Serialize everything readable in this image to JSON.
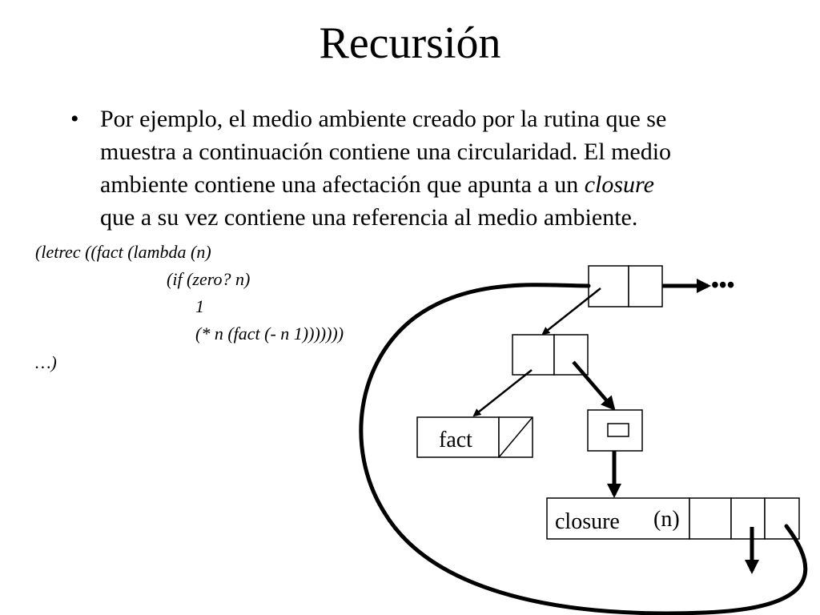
{
  "slide": {
    "title": "Recursión",
    "bullet_lines": [
      "Por ejemplo, el medio ambiente creado por la rutina que se",
      "muestra a continuación contiene una circularidad. El medio",
      "ambiente contiene una afectación que apunta a un ",
      "que a su vez contiene una referencia al medio ambiente."
    ],
    "bullet_emphasis": "closure",
    "bullet_symbol": "•"
  },
  "code": {
    "lines": [
      "(letrec ((fact (lambda (n)",
      "(if (zero? n)",
      "1",
      "(* n (fact (- n 1)))))))",
      "…)"
    ]
  },
  "diagram": {
    "fact_label": "fact",
    "closure_label": "closure",
    "param_label": "(n)",
    "ellipsis": "•••"
  }
}
